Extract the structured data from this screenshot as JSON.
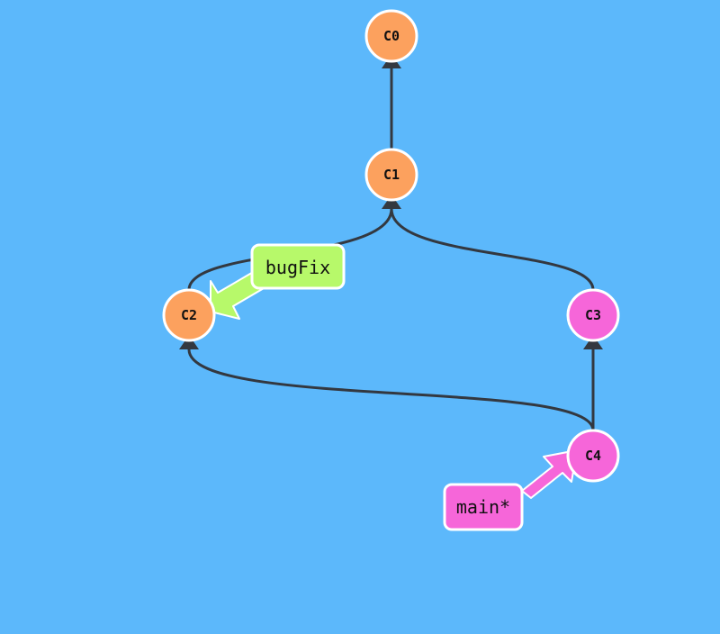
{
  "colors": {
    "background": "#5cb8fb",
    "edge": "#333840",
    "commit_orange": "#fca15e",
    "commit_pink": "#f666d9",
    "node_stroke": "#ffffff",
    "branch_green": "#b7f96a",
    "branch_pink": "#f666d9"
  },
  "commits": [
    {
      "id": "C0",
      "label": "C0",
      "color": "orange"
    },
    {
      "id": "C1",
      "label": "C1",
      "color": "orange"
    },
    {
      "id": "C2",
      "label": "C2",
      "color": "orange"
    },
    {
      "id": "C3",
      "label": "C3",
      "color": "pink"
    },
    {
      "id": "C4",
      "label": "C4",
      "color": "pink"
    }
  ],
  "edges": [
    {
      "from": "C1",
      "to": "C0"
    },
    {
      "from": "C2",
      "to": "C1"
    },
    {
      "from": "C3",
      "to": "C1"
    },
    {
      "from": "C4",
      "to": "C3"
    },
    {
      "from": "C4",
      "to": "C2"
    }
  ],
  "branches": [
    {
      "name": "bugFix",
      "target": "C2",
      "color": "green"
    },
    {
      "name": "main*",
      "target": "C4",
      "color": "pink"
    }
  ]
}
